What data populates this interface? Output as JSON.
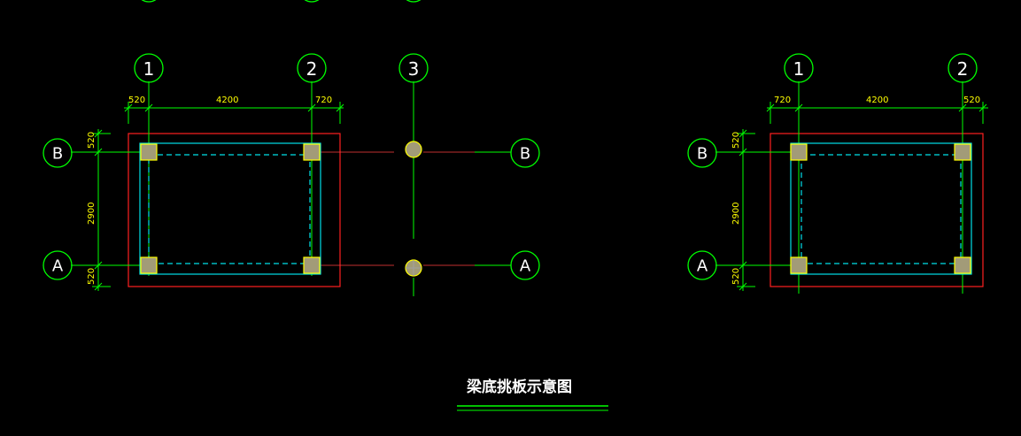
{
  "drawing": {
    "title": "梁底挑板示意图",
    "left_plan": {
      "grid_numbers": [
        "1",
        "2",
        "3"
      ],
      "grid_letters": [
        "B",
        "A"
      ],
      "dims_top": [
        "520",
        "4200",
        "720"
      ],
      "dims_left": [
        "520",
        "2900",
        "520"
      ]
    },
    "right_plan": {
      "grid_numbers": [
        "1",
        "2"
      ],
      "grid_letters": [
        "B",
        "A"
      ],
      "dims_top": [
        "720",
        "4200",
        "520"
      ],
      "dims_left": [
        "520",
        "2900",
        "520"
      ]
    }
  },
  "colors": {
    "background": "#000000",
    "grid_line": "#00ff00",
    "outer_slab": "#ff2020",
    "beam": "#00e0e8",
    "column": "#a29b78",
    "dimension_text": "#ffff00"
  }
}
